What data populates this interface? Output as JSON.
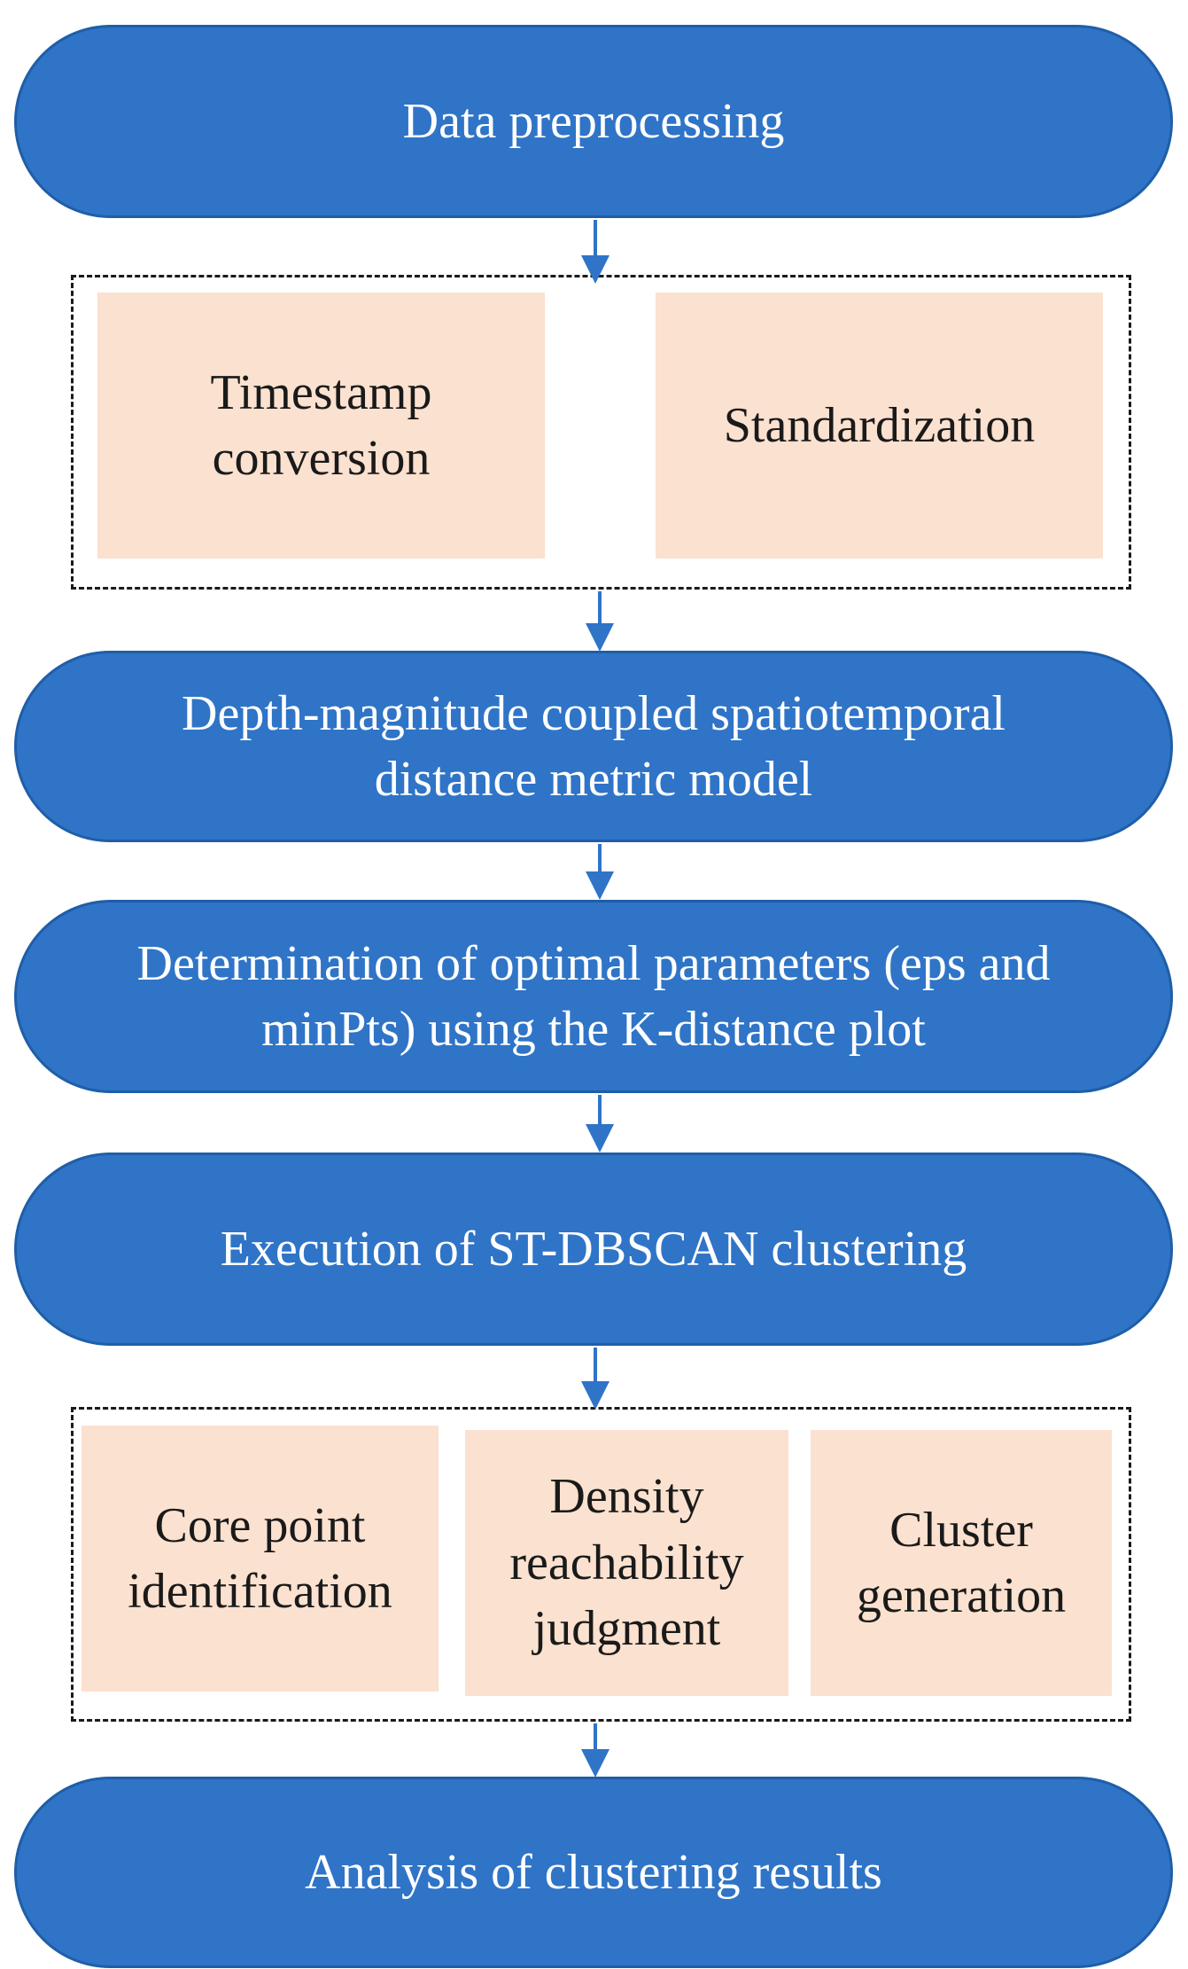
{
  "colors": {
    "pill_fill": "#2f74c7",
    "pill_border": "#1f5ea8",
    "subbox_fill": "#fbe1cf",
    "arrow": "#2f74c7"
  },
  "steps": {
    "preprocessing": "Data preprocessing",
    "metric_line1": "Depth-magnitude coupled spatiotemporal",
    "metric_line2": "distance metric model",
    "params_line1": "Determination of optimal parameters (eps and",
    "params_line2": "minPts) using the K-distance plot",
    "execution": "Execution of ST-DBSCAN clustering",
    "analysis": "Analysis of clustering results"
  },
  "preprocessing_substeps": {
    "timestamp_line1": "Timestamp",
    "timestamp_line2": "conversion",
    "standardization": "Standardization"
  },
  "clustering_substeps": {
    "core_line1": "Core point",
    "core_line2": "identification",
    "density_line1": "Density",
    "density_line2": "reachability",
    "density_line3": "judgment",
    "cluster_line1": "Cluster",
    "cluster_line2": "generation"
  }
}
